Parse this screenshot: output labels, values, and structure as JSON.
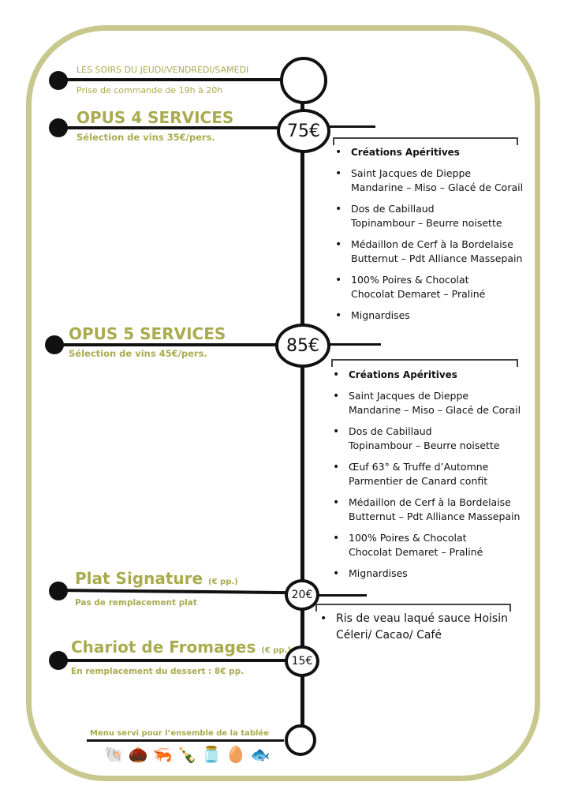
{
  "header": {
    "days": "LES SOIRS DU JEUDI/VENDREDI/SAMEDI",
    "order_time": "Prise de commande de 19h à 20h"
  },
  "opus4": {
    "title": "OPUS 4 SERVICES",
    "wine": "Sélection de vins 35€/pers.",
    "price": "75€",
    "items": [
      {
        "name": "Créations Apéritives",
        "sub": ""
      },
      {
        "name": "Saint Jacques de Dieppe",
        "sub": "Mandarine – Miso – Glacé de Corail"
      },
      {
        "name": "Dos de Cabillaud",
        "sub": "Topinambour – Beurre noisette"
      },
      {
        "name": "Médaillon de Cerf à la Bordelaise",
        "sub": "Butternut – Pdt Alliance Massepain"
      },
      {
        "name": "100% Poires & Chocolat",
        "sub": "Chocolat Demaret – Praliné"
      },
      {
        "name": "Mignardises",
        "sub": ""
      }
    ]
  },
  "opus5": {
    "title": "OPUS 5 SERVICES",
    "wine": "Sélection de vins 45€/pers.",
    "price": "85€",
    "items": [
      {
        "name": "Créations Apéritives",
        "sub": ""
      },
      {
        "name": "Saint Jacques de Dieppe",
        "sub": "Mandarine – Miso – Glacé de Corail"
      },
      {
        "name": "Dos de Cabillaud",
        "sub": "Topinambour – Beurre noisette"
      },
      {
        "name": "Œuf 63° & Truffe d’Automne",
        "sub": "Parmentier de Canard confit"
      },
      {
        "name": "Médaillon de Cerf à la Bordelaise",
        "sub": "Butternut – Pdt Alliance Massepain"
      },
      {
        "name": "100% Poires &  Chocolat",
        "sub": "Chocolat Demaret – Praliné"
      },
      {
        "name": "Mignardises",
        "sub": ""
      }
    ]
  },
  "signature": {
    "title": "Plat Signature",
    "unit": "(€ pp.)",
    "note": "Pas de remplacement plat",
    "price": "20€",
    "dish_line1": "Ris de veau laqué sauce Hoisin",
    "dish_line2": "Céleri/ Cacao/ Café"
  },
  "cheese": {
    "title": "Chariot de Fromages",
    "unit": "(€ pp.)",
    "note": "En remplacement du dessert : 8€ pp.",
    "price": "15€"
  },
  "footer": {
    "note": "Menu servi pour l’ensemble de la tablée",
    "icons": [
      "shell-icon",
      "acorn-icon",
      "shrimp-icon",
      "bottle-icon",
      "jar-icon",
      "egg-icon",
      "fish-icon"
    ],
    "glyphs": [
      "🐚",
      "🌰",
      "🦐",
      "🍾",
      "🫙",
      "🥚",
      "🐟"
    ]
  },
  "colors": {
    "olive": "#a9ab4f",
    "frame": "#c8c88e",
    "line": "#111111"
  }
}
